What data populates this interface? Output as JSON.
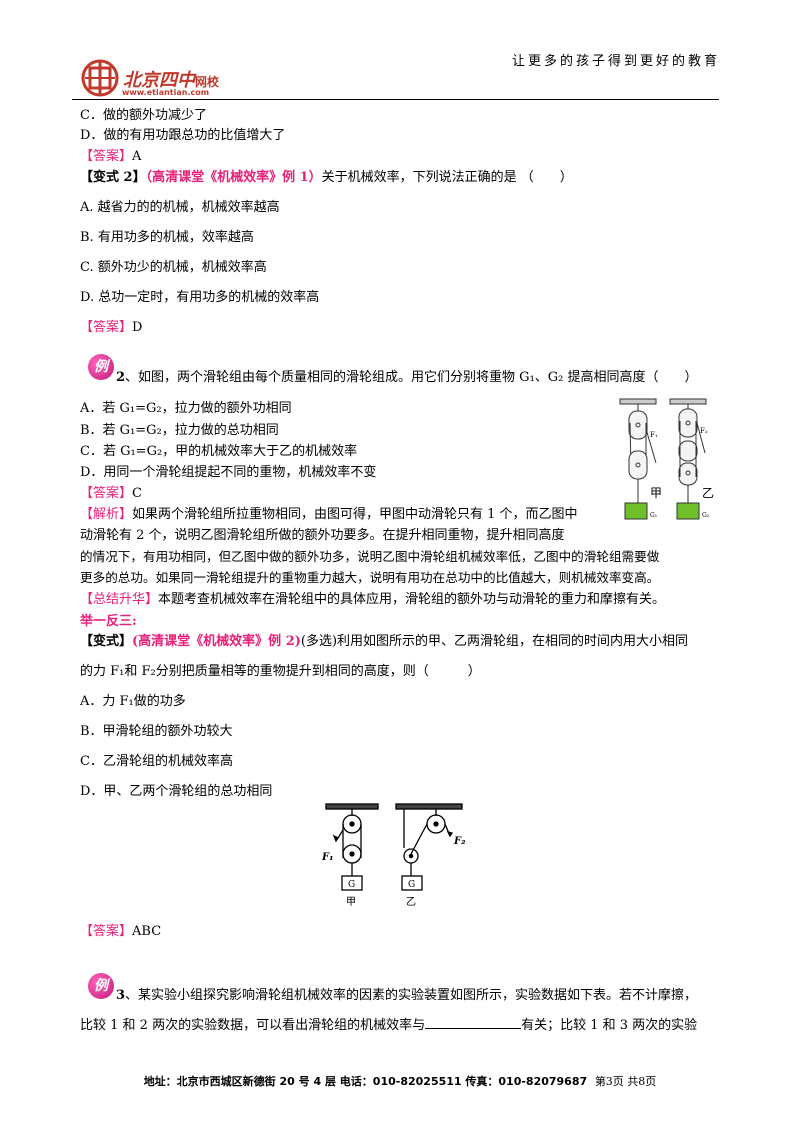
{
  "header": {
    "slogan": "让更多的孩子得到更好的教育",
    "logo_text": "北京四中",
    "logo_sub": "网校",
    "logo_url": "www.etiantian.com"
  },
  "top": {
    "optC": "C．做的额外功减少了",
    "optD": "D．做的有用功跟总功的比值增大了",
    "answer_tag": "【答案】",
    "answer_val": "A"
  },
  "variant2": {
    "label": "【变式 2】",
    "source": "（高清课堂《机械效率》例 1）",
    "stem": "关于机械效率，下列说法正确的是 （　　）",
    "options": [
      "A. 越省力的的机械，机械效率越高",
      "B. 有用功多的机械，效率越高",
      "C. 额外功少的机械，机械效率高",
      "D. 总功一定时，有用功多的机械的效率高"
    ],
    "answer_tag": "【答案】",
    "answer_val": "D"
  },
  "ex2": {
    "badge": "例",
    "number": "2",
    "stem": "、如图，两个滑轮组由每个质量相同的滑轮组成。用它们分别将重物 G₁、G₂ 提高相同高度（　　）",
    "options": [
      "A．若 G₁=G₂，拉力做的额外功相同",
      "B．若 G₁=G₂，拉力做的总功相同",
      "C．若 G₁=G₂，甲的机械效率大于乙的机械效率",
      "D．用同一个滑轮组提起不同的重物，机械效率不变"
    ],
    "answer_tag": "【答案】",
    "answer_val": "C",
    "analysis_tag": "【解析】",
    "analysis_lines": [
      "如果两个滑轮组所拉重物相同，由图可得，甲图中动滑轮只有 1 个，而乙图中",
      "动滑轮有 2 个，说明乙图滑轮组所做的额外功要多。在提升相同重物，提升相同高度",
      "的情况下，有用功相同，但乙图中做的额外功多，说明乙图中滑轮组机械效率低，乙图中的滑轮组需要做",
      "更多的总功。如果同一滑轮组提升的重物重力越大，说明有用功在总功中的比值越大，则机械效率变高。"
    ],
    "summary_tag": "【总结升华】",
    "summary_text": "本题考查机械效率在滑轮组中的具体应用，滑轮组的额外功与动滑轮的重力和摩擦有关。",
    "fig": {
      "jia": "甲",
      "yi": "乙",
      "f1": "F₁",
      "f2": "F₂",
      "g1": "G₁",
      "g2": "G₂"
    }
  },
  "jyf": {
    "title": "举一反三:",
    "label": "【变式】",
    "source": "(高清课堂《机械效率》例 2)",
    "stem1": "(多选)利用如图所示的甲、乙两滑轮组，在相同的时间内用大小相同",
    "stem2": "的力 F₁和 F₂分别把质量相等的重物提升到相同的高度，则（　　　）",
    "options": [
      "A．力 F₁做的功多",
      "B．甲滑轮组的额外功较大",
      "C．乙滑轮组的机械效率高",
      "D．甲、乙两个滑轮组的总功相同"
    ],
    "fig": {
      "jia": "甲",
      "yi": "乙",
      "f1": "F₁",
      "f2": "F₂",
      "g": "G"
    },
    "answer_tag": "【答案】",
    "answer_val": "ABC"
  },
  "ex3": {
    "badge": "例",
    "number": "3",
    "line1": "、某实验小组探究影响滑轮组机械效率的因素的实验装置如图所示，实验数据如下表。若不计摩擦，",
    "line2a": "比较 1 和 2 两次的实验数据，可以看出滑轮组的机械效率与",
    "line2b": "有关；比较 1 和 3 两次的实验"
  },
  "footer": {
    "address": "地址：北京市西城区新德街 20 号 4 层  电话：010-82025511  传真：010-82079687",
    "page": "第3页  共8页"
  },
  "colors": {
    "accent": "#e8207a",
    "logo_red": "#c0392b",
    "weight_green": "#6fbf2a"
  }
}
